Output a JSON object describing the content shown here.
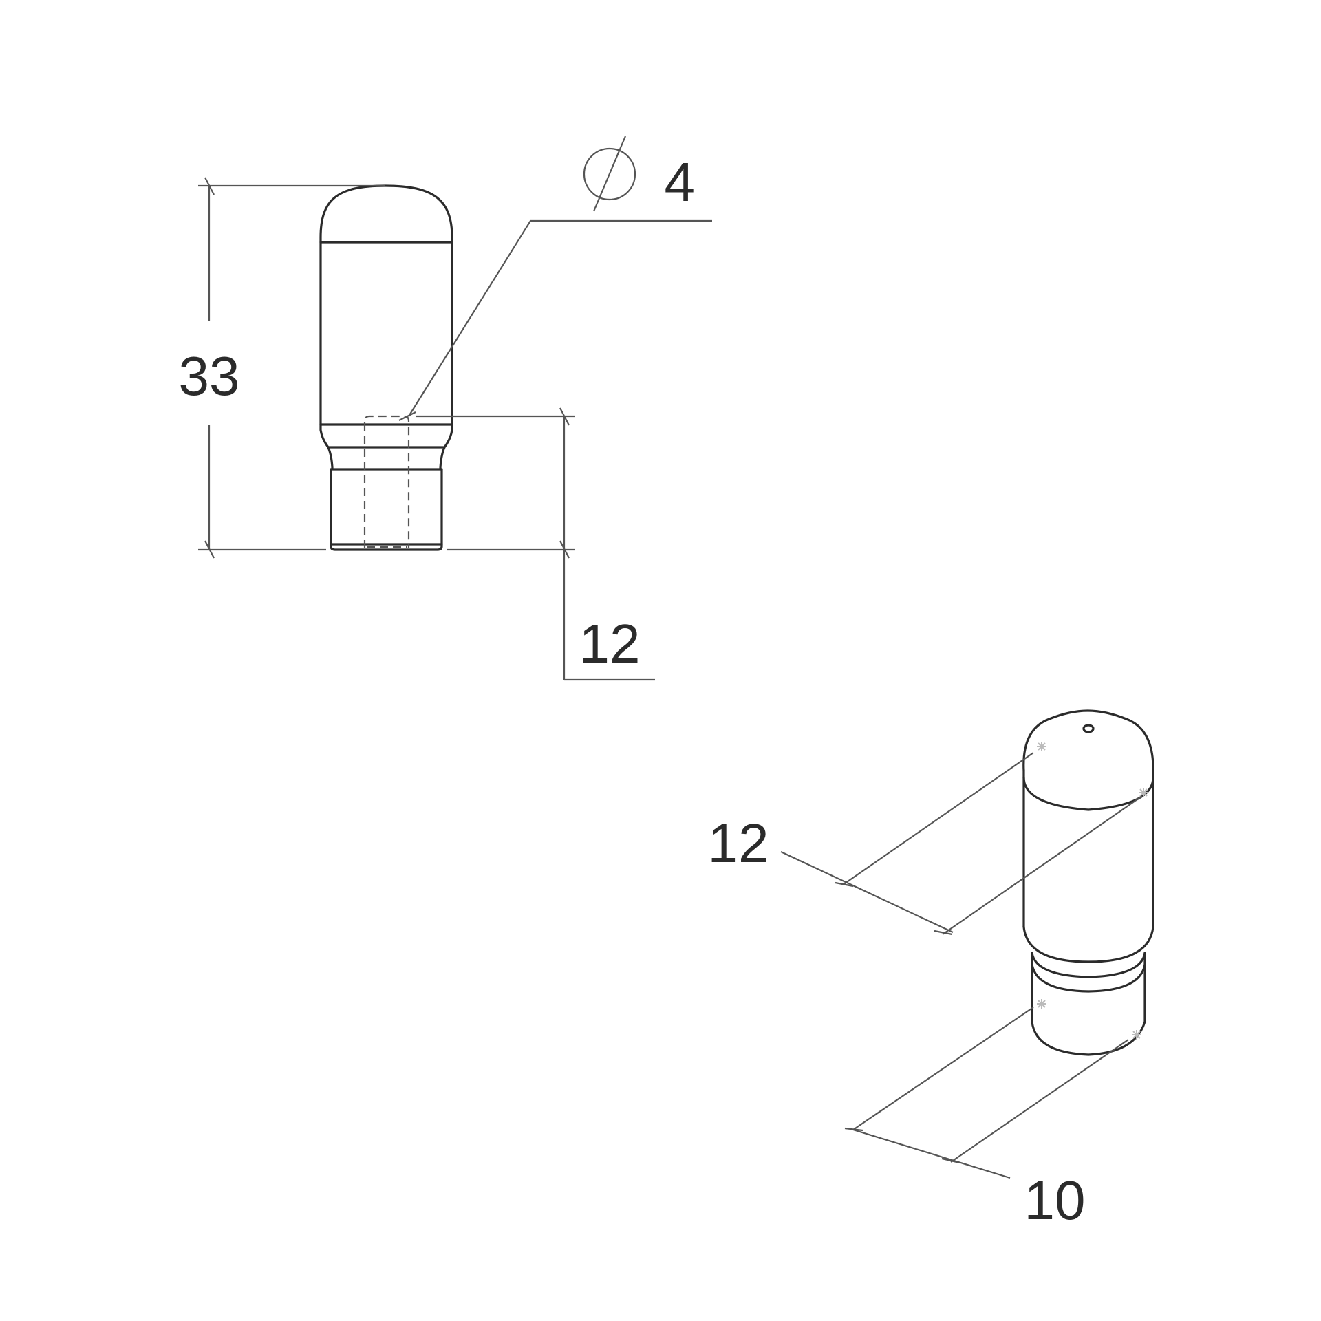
{
  "dimensions": {
    "height_total": "33",
    "hole_diameter": "4",
    "thread_length": "12",
    "iso_body_diameter": "12",
    "iso_thread_diameter": "10"
  },
  "icons": {
    "diameter_symbol": "diameter-symbol-icon",
    "reference_marker": "asterisk-point-icon"
  },
  "colors": {
    "part_stroke": "#2b2b2b",
    "dimension_stroke": "#555555",
    "marker": "#bbbbbb",
    "background": "#ffffff"
  }
}
